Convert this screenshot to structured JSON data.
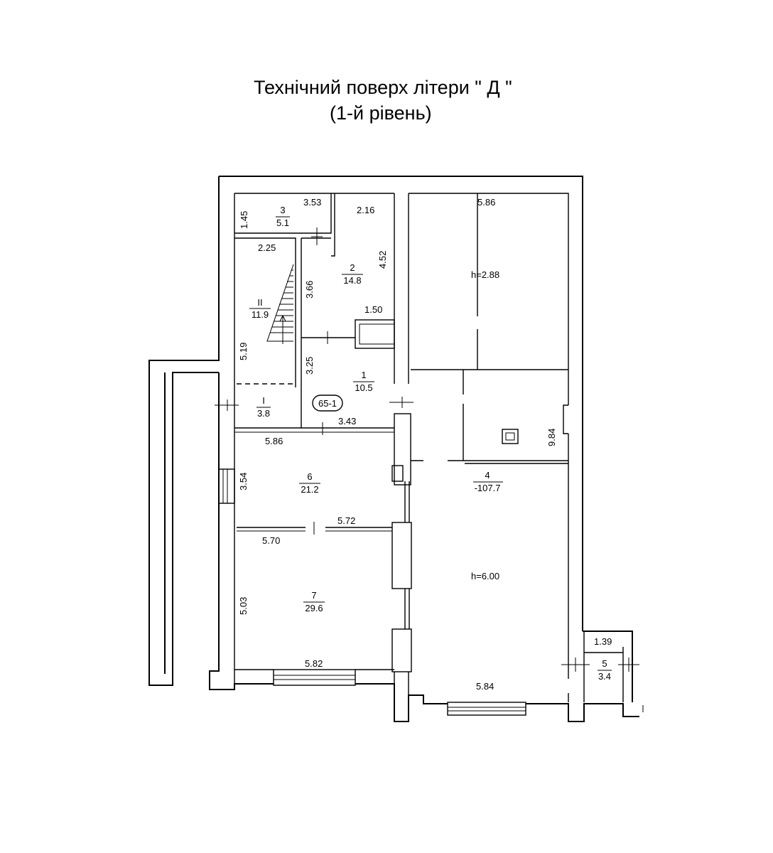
{
  "title": {
    "line1": "Технічний поверх літери \" Д \"",
    "line2": "(1-й рівень)"
  },
  "rooms": {
    "r3": {
      "number": "3",
      "area": "5.1"
    },
    "r2": {
      "number": "2",
      "area": "14.8"
    },
    "rII": {
      "number": "II",
      "area": "11.9"
    },
    "r1": {
      "number": "1",
      "area": "10.5"
    },
    "rI": {
      "number": "I",
      "area": "3.8"
    },
    "r6": {
      "number": "6",
      "area": "21.2"
    },
    "r7": {
      "number": "7",
      "area": "29.6"
    },
    "r4": {
      "number": "4",
      "area": "-107.7"
    },
    "r5": {
      "number": "5",
      "area": "3.4"
    }
  },
  "badge": "65-1",
  "heights": {
    "upper": "h=2.88",
    "main": "h=6.00"
  },
  "dimensions": {
    "d353": "3.53",
    "d145": "1.45",
    "d216": "2.16",
    "d452": "4.52",
    "d225": "2.25",
    "d366": "3.66",
    "d519": "5.19",
    "d150": "1.50",
    "d325": "3.25",
    "d343": "3.43",
    "d586a": "5.86",
    "d354": "3.54",
    "d572": "5.72",
    "d570": "5.70",
    "d503": "5.03",
    "d582": "5.82",
    "d586b": "5.86",
    "d984": "9.84",
    "d584": "5.84",
    "d139": "1.39"
  }
}
